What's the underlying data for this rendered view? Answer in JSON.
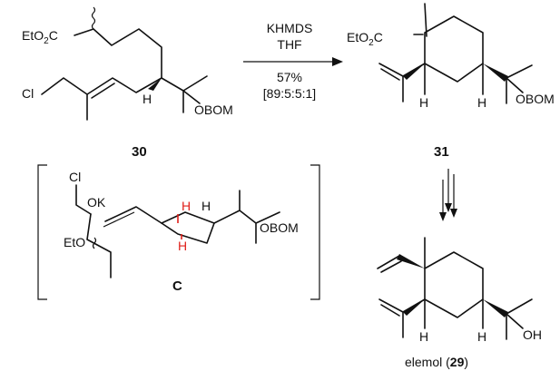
{
  "reaction": {
    "reagent_1": "KHMDS",
    "reagent_2": "THF",
    "yield": "57%",
    "ratio": "[89:5:5:1]"
  },
  "compounds": {
    "start": {
      "label": "30",
      "ester_prefix": "EtO",
      "ester_sub": "2",
      "ester_suffix": "C",
      "chloro": "Cl",
      "h": "H",
      "protect": "OBOM"
    },
    "product": {
      "label": "31",
      "ester_prefix": "EtO",
      "ester_sub": "2",
      "ester_suffix": "C",
      "h1": "H",
      "h2": "H",
      "protect": "OBOM"
    },
    "intermediate": {
      "label": "C",
      "chloro": "Cl",
      "enolate": "OK",
      "ethoxy": "EtO",
      "h_top": "H",
      "h_red1": "H",
      "h_red2": "H",
      "protect": "OBOM"
    },
    "target": {
      "name": "elemol (",
      "number": "29",
      "close": ")",
      "h1": "H",
      "h2": "H",
      "hydroxyl": "OH"
    }
  },
  "colors": {
    "ink": "#111111",
    "highlight": "#e0201b"
  }
}
